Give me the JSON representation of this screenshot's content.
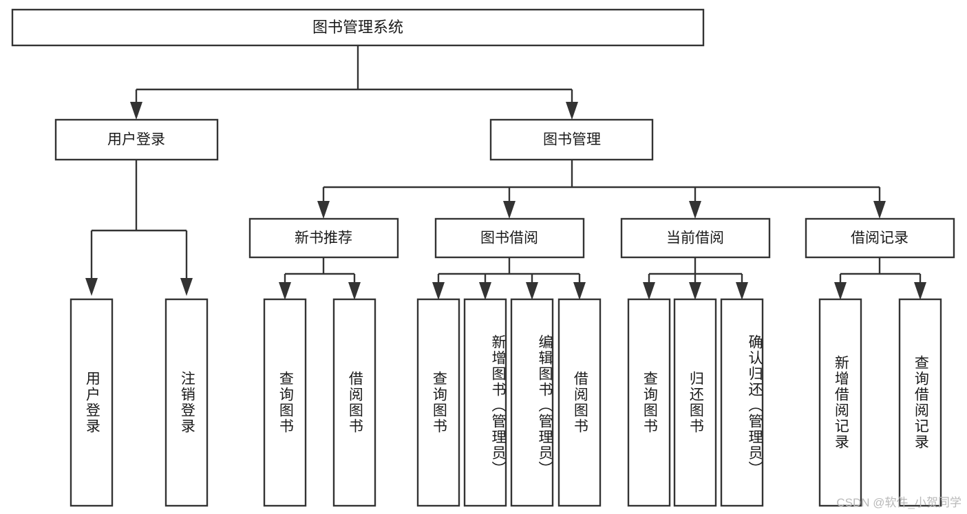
{
  "diagram": {
    "title": "图书管理系统",
    "type": "hierarchy-tree",
    "root": {
      "id": "root",
      "label": "图书管理系统"
    },
    "level2": [
      {
        "id": "user-login",
        "label": "用户登录"
      },
      {
        "id": "book-manage",
        "label": "图书管理"
      }
    ],
    "level3": [
      {
        "id": "new-book-rec",
        "label": "新书推荐",
        "parent": "book-manage"
      },
      {
        "id": "book-borrow",
        "label": "图书借阅",
        "parent": "book-manage"
      },
      {
        "id": "current-borrow",
        "label": "当前借阅",
        "parent": "book-manage"
      },
      {
        "id": "borrow-record",
        "label": "借阅记录",
        "parent": "book-manage"
      }
    ],
    "leaves": {
      "user-login": [
        {
          "id": "leaf-user-login",
          "label": "用户登录"
        },
        {
          "id": "leaf-user-logout",
          "label": "注销登录"
        }
      ],
      "new-book-rec": [
        {
          "id": "leaf-query-book-1",
          "label": "查询图书"
        },
        {
          "id": "leaf-borrow-book-1",
          "label": "借阅图书"
        }
      ],
      "book-borrow": [
        {
          "id": "leaf-query-book-2",
          "label": "查询图书"
        },
        {
          "id": "leaf-add-book",
          "label": "新增图书（管理员）"
        },
        {
          "id": "leaf-edit-book",
          "label": "编辑图书（管理员）"
        },
        {
          "id": "leaf-borrow-book-2",
          "label": "借阅图书"
        }
      ],
      "current-borrow": [
        {
          "id": "leaf-query-book-3",
          "label": "查询图书"
        },
        {
          "id": "leaf-return-book",
          "label": "归还图书"
        },
        {
          "id": "leaf-confirm-return",
          "label": "确认归还（管理员）"
        }
      ],
      "borrow-record": [
        {
          "id": "leaf-add-record",
          "label": "新增借阅记录"
        },
        {
          "id": "leaf-query-record",
          "label": "查询借阅记录"
        }
      ]
    }
  },
  "watermark": {
    "text": "CSDN @软件_小贺同学"
  },
  "colors": {
    "stroke": "#333333",
    "fill": "#ffffff",
    "text": "#1a1a1a",
    "watermark": "#b9b9b9"
  }
}
